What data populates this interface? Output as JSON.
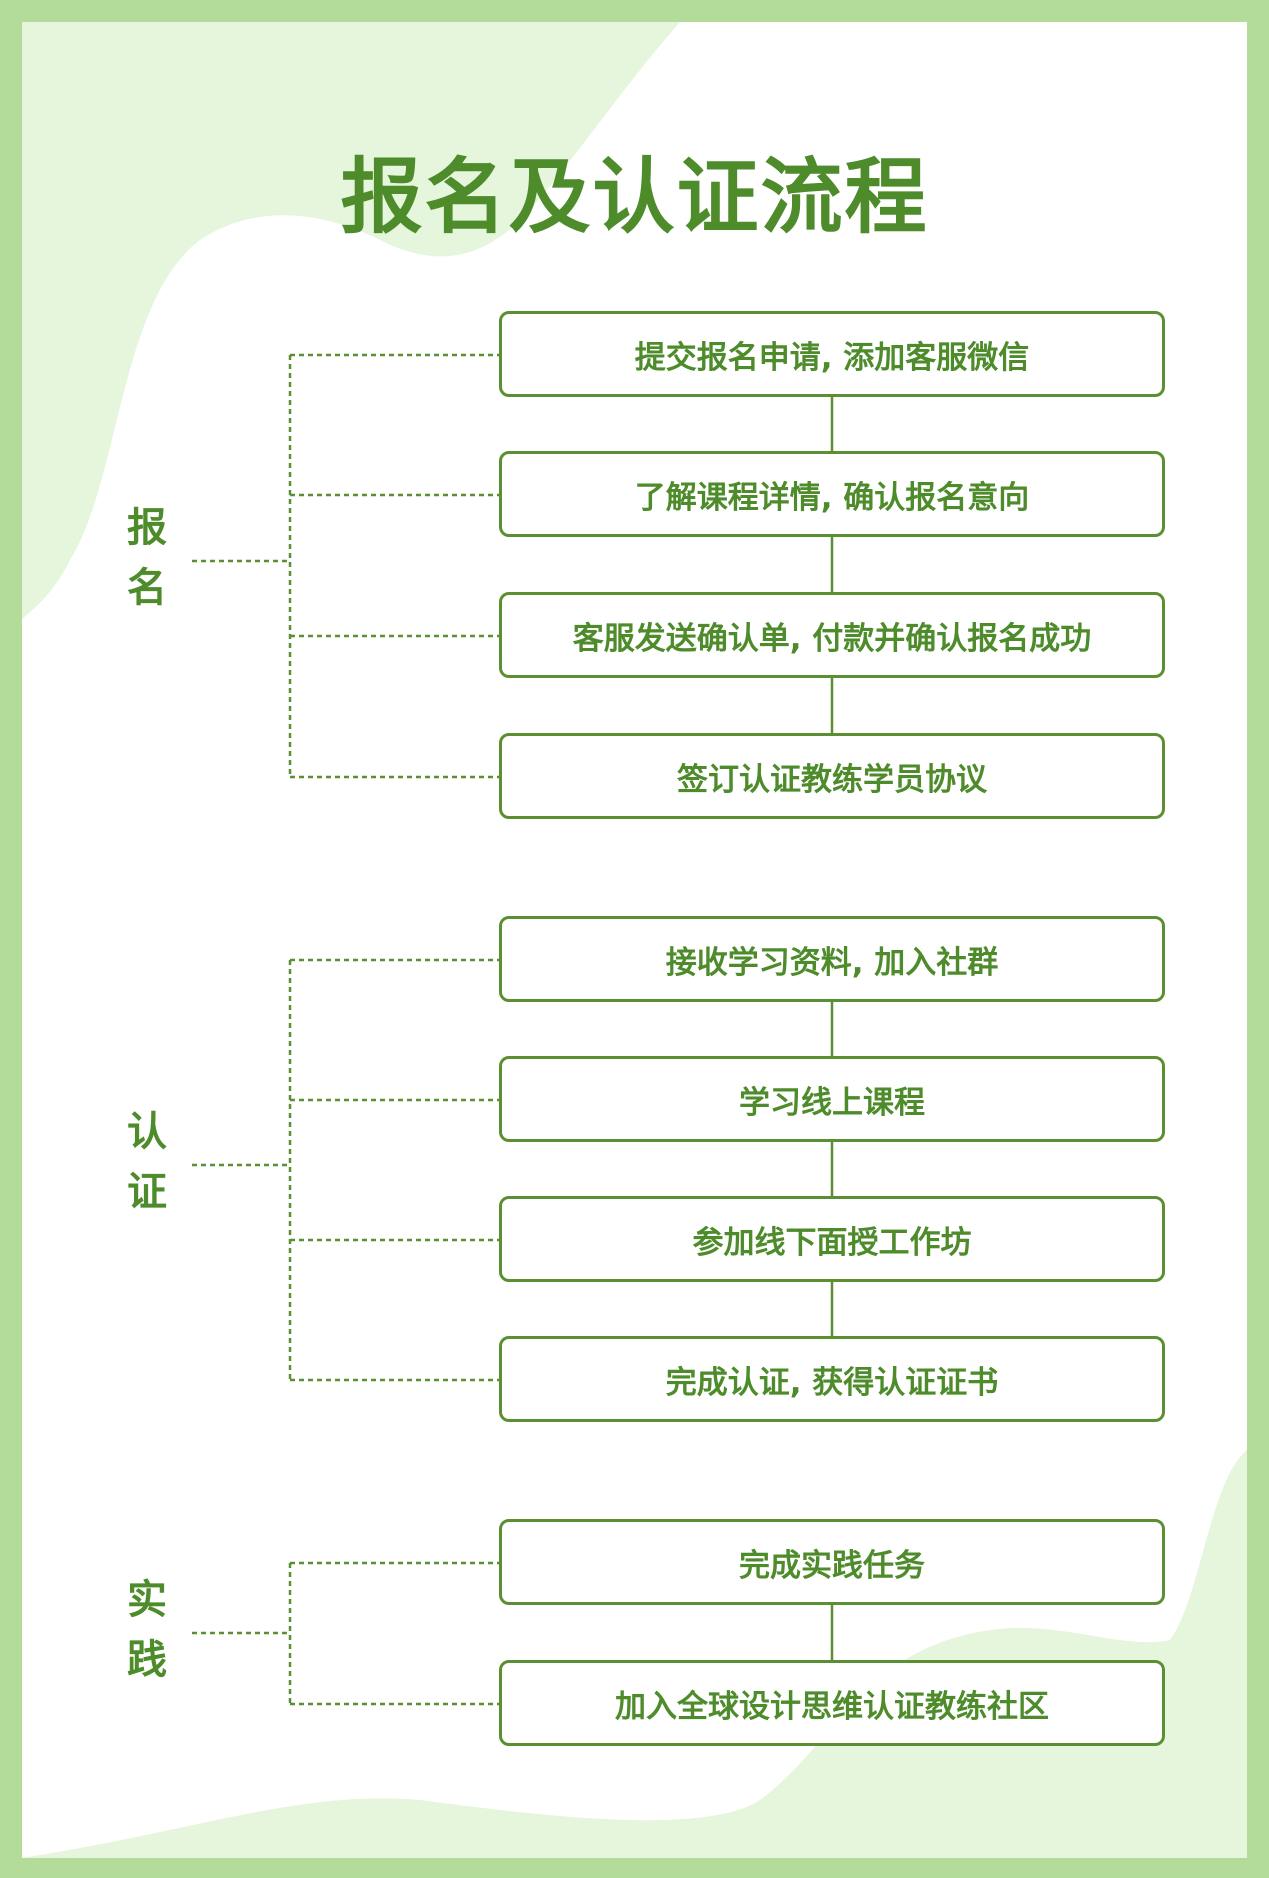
{
  "title": "报名及认证流程",
  "colors": {
    "accent": "#4d8b2b",
    "frame": "#b3db99",
    "blob": "#e5f6dc"
  },
  "groups": [
    {
      "label_1": "报",
      "label_2": "名",
      "steps": [
        "提交报名申请, 添加客服微信",
        "了解课程详情, 确认报名意向",
        "客服发送确认单, 付款并确认报名成功",
        "签订认证教练学员协议"
      ]
    },
    {
      "label_1": "认",
      "label_2": "证",
      "steps": [
        "接收学习资料, 加入社群",
        "学习线上课程",
        "参加线下面授工作坊",
        "完成认证, 获得认证证书"
      ]
    },
    {
      "label_1": "实",
      "label_2": "践",
      "steps": [
        "完成实践任务",
        "加入全球设计思维认证教练社区"
      ]
    }
  ]
}
